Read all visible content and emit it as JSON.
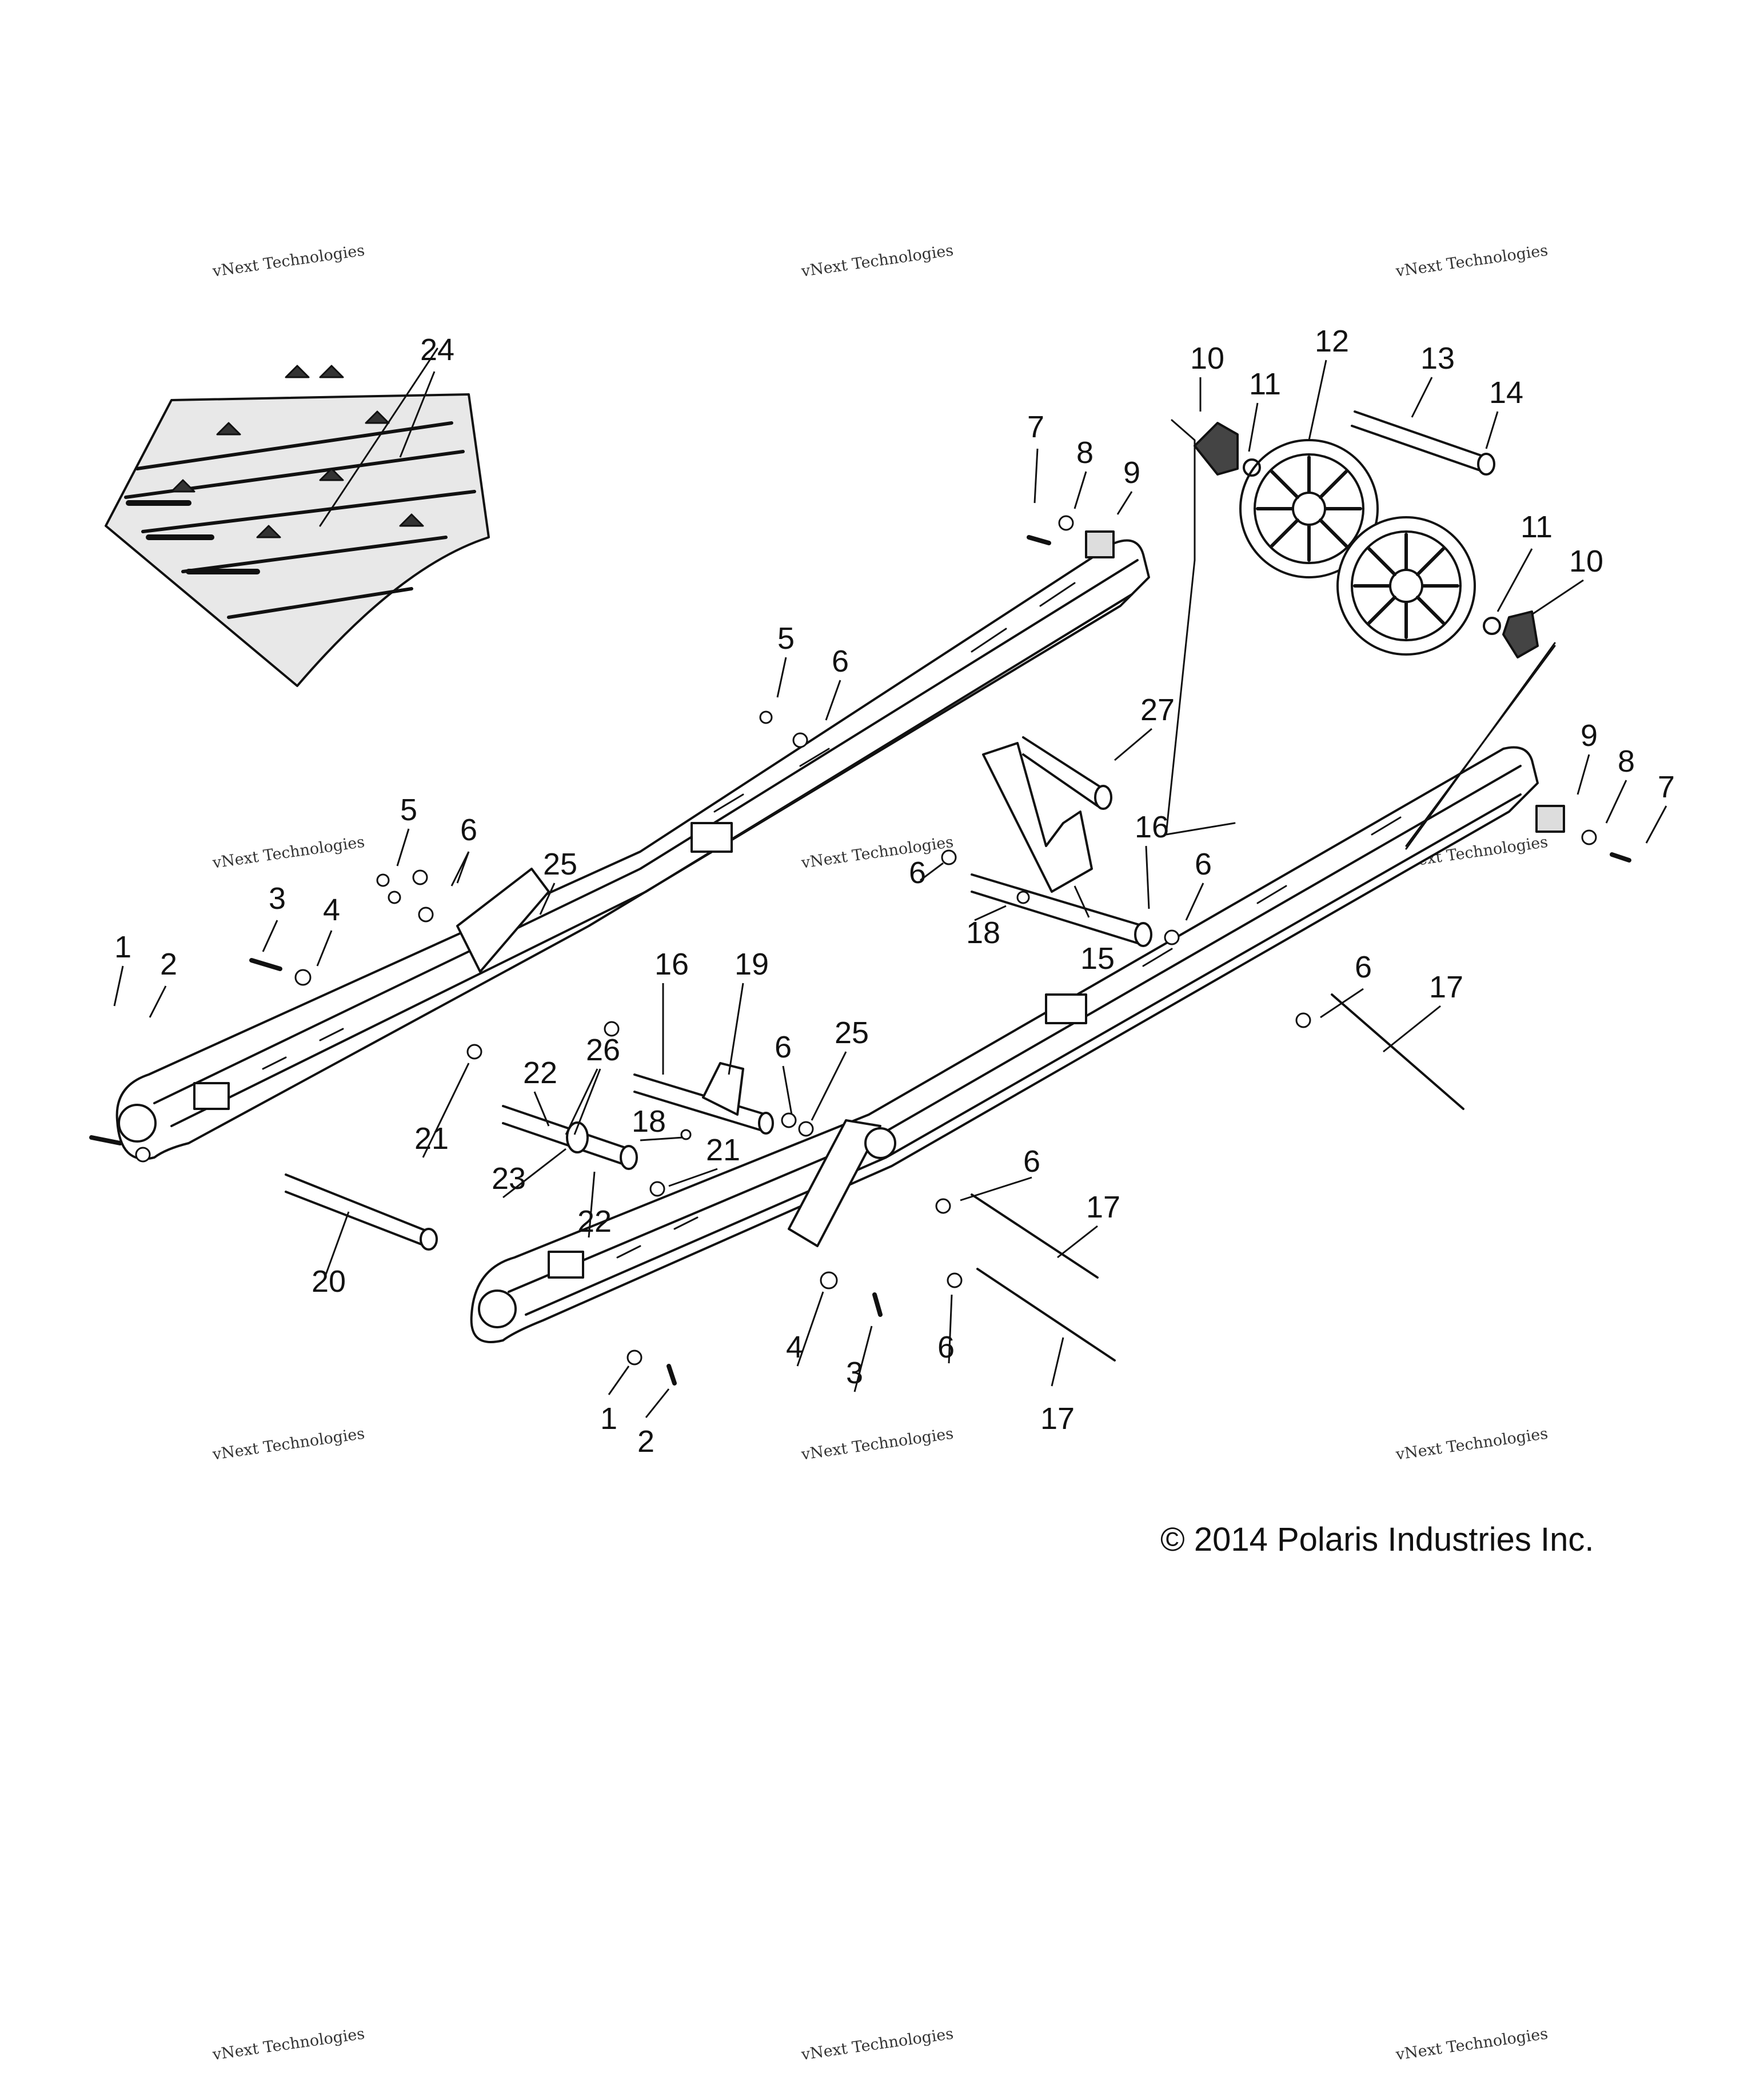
{
  "watermark": {
    "line1": "vNext Technologies",
    "line2": "Technologies",
    "line3": "vNext"
  },
  "callouts": [
    "1",
    "2",
    "3",
    "4",
    "5",
    "6",
    "7",
    "8",
    "9",
    "10",
    "11",
    "12",
    "13",
    "14",
    "15",
    "16",
    "17",
    "18",
    "19",
    "20",
    "21",
    "22",
    "23",
    "24",
    "25",
    "26",
    "27"
  ],
  "copyright": "© 2014 Polaris Industries Inc."
}
